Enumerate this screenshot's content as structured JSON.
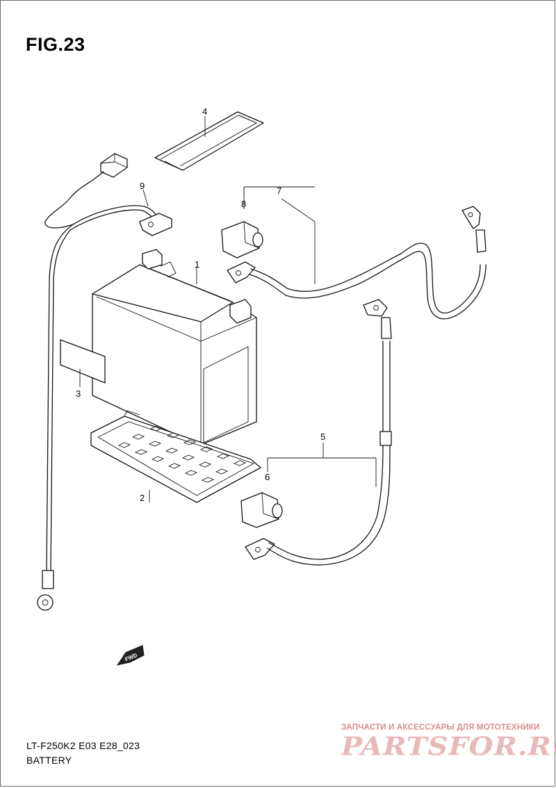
{
  "figure": {
    "title": "FIG.23"
  },
  "footer": {
    "model_code": "LT-F250K2 E03 E28_023",
    "section": "BATTERY"
  },
  "callouts": [
    "1",
    "2",
    "3",
    "4",
    "5",
    "6",
    "7",
    "8",
    "9"
  ],
  "fwd_arrow": {
    "label": "FWD"
  },
  "watermark": {
    "tagline": "ЗАПЧАСТИ И АКСЕССУАРЫ ДЛЯ МОТОТЕХНИКИ",
    "brand": "PARTSFOR.RU",
    "color": "#e9b8b8"
  }
}
